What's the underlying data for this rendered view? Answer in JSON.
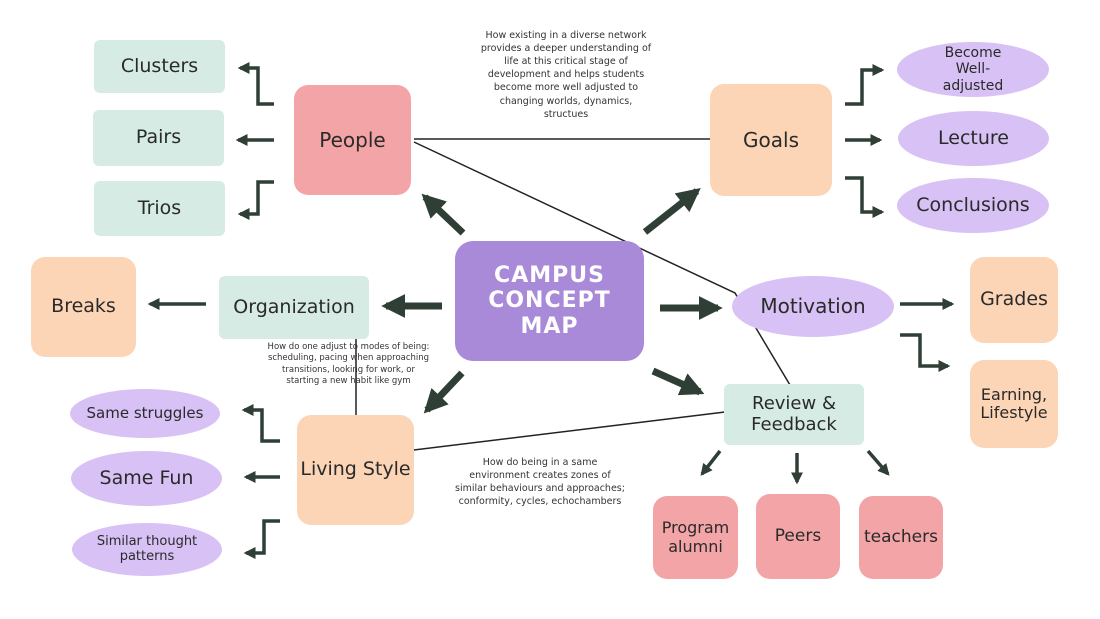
{
  "title": "CAMPUS CONCEPT MAP",
  "nodes": {
    "people": "People",
    "clusters": "Clusters",
    "pairs": "Pairs",
    "trios": "Trios",
    "goals": "Goals",
    "become_well_adjusted": "Become Well-adjusted",
    "lecture": "Lecture",
    "conclusions": "Conclusions",
    "organization": "Organization",
    "breaks": "Breaks",
    "motivation": "Motivation",
    "grades": "Grades",
    "earning_lifestyle": "Earning, Lifestyle",
    "review_feedback": "Review & Feedback",
    "program_alumni": "Program alumni",
    "peers": "Peers",
    "teachers": "teachers",
    "living_style": "Living Style",
    "same_struggles": "Same struggles",
    "same_fun": "Same Fun",
    "similar_thought_patterns": "Similar thought patterns"
  },
  "notes": {
    "diverse_network": "How existing in a diverse network provides a deeper understanding of life at this critical stage of development and helps students become more well adjusted to changing worlds, dynamics, structues",
    "adjust_modes": "How do one adjust to modes of being: scheduling, pacing when approaching transitions, looking for work, or starting a new habit like gym",
    "same_environment": "How do being in a same environment creates zones of similar behaviours and approaches; conformity, cycles, echochambers"
  },
  "colors": {
    "center": "#a88ad8",
    "mint": "#d5ebe3",
    "peach": "#fcd5b7",
    "pink": "#f3a4a6",
    "lavender": "#d7c1f5",
    "arrow": "#2f3f36"
  }
}
